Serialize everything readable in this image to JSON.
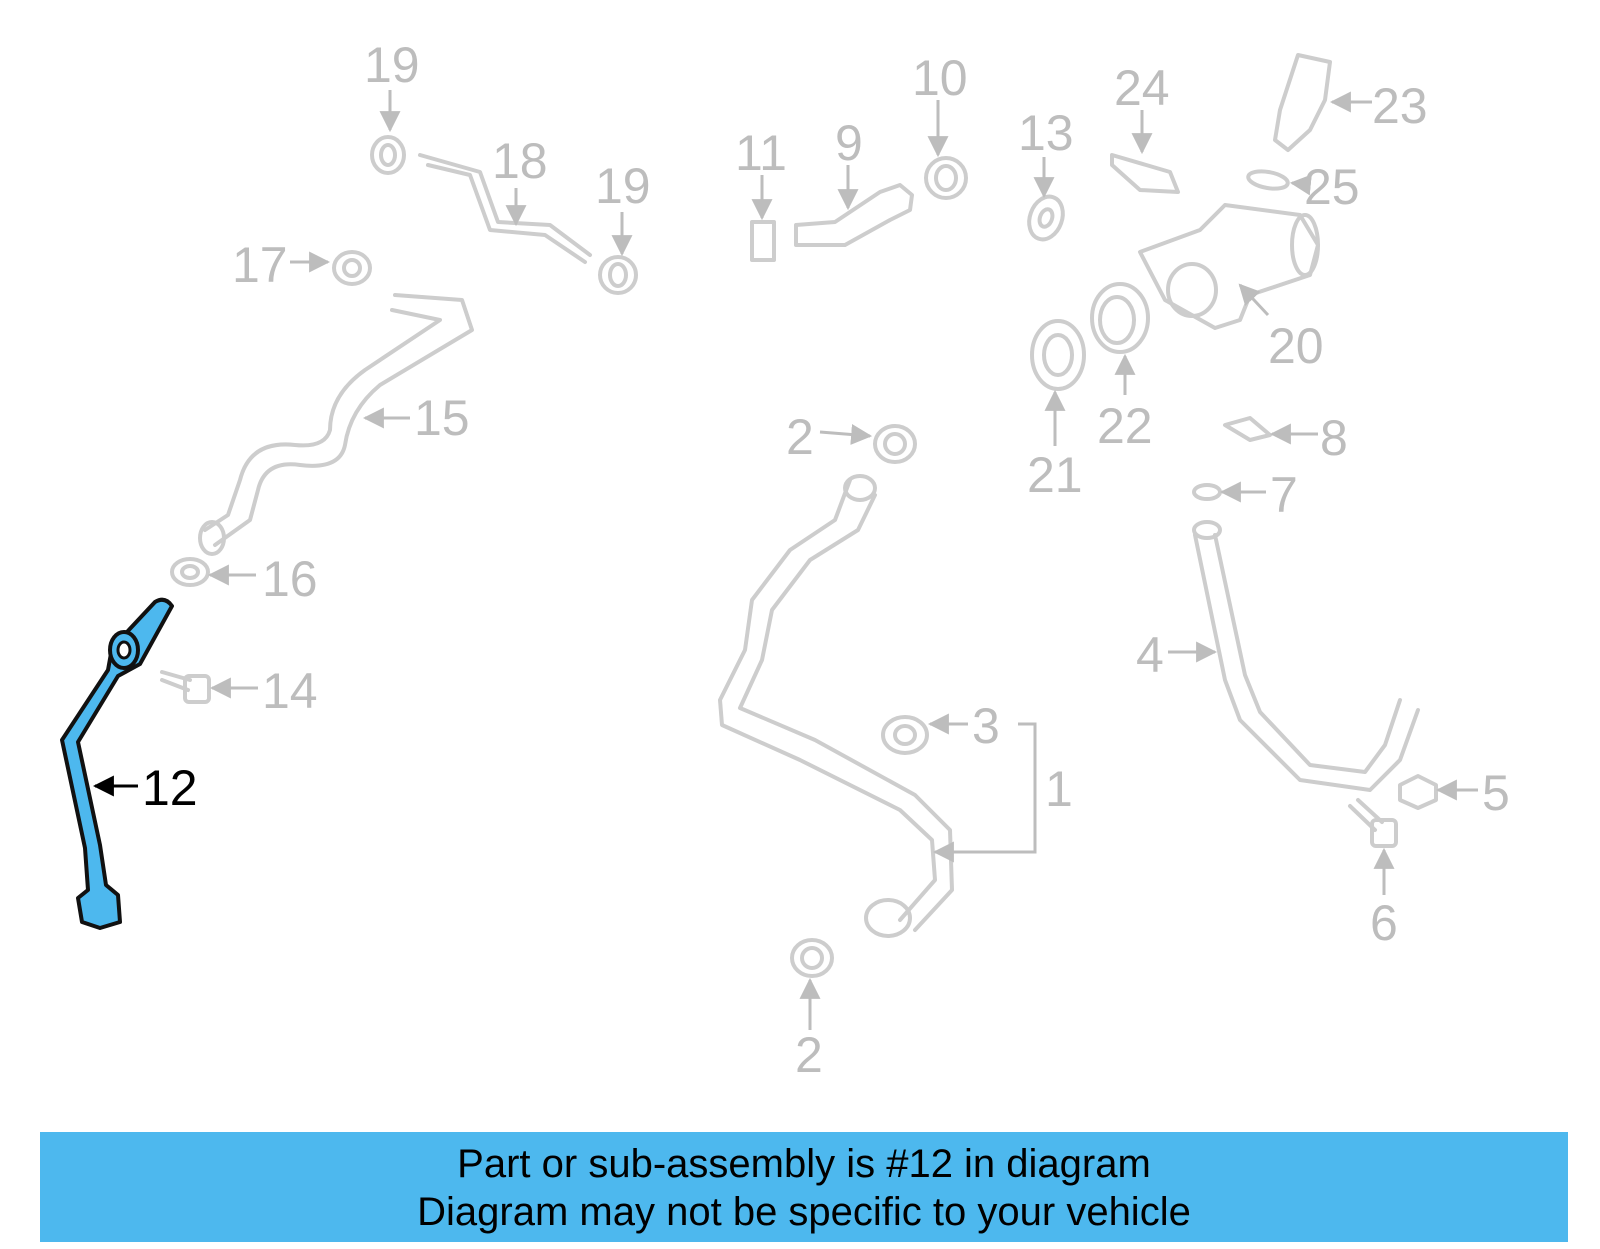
{
  "callouts": {
    "c1": "1",
    "c2a": "2",
    "c2b": "2",
    "c3": "3",
    "c4": "4",
    "c5": "5",
    "c6": "6",
    "c7": "7",
    "c8": "8",
    "c9": "9",
    "c10": "10",
    "c11": "11",
    "c12": "12",
    "c13": "13",
    "c14": "14",
    "c15": "15",
    "c16": "16",
    "c17": "17",
    "c18": "18",
    "c19a": "19",
    "c19b": "19",
    "c20": "20",
    "c21": "21",
    "c22": "22",
    "c23": "23",
    "c24": "24",
    "c25": "25"
  },
  "highlight": {
    "part_number": "12",
    "color": "#4db8ee"
  },
  "banner": {
    "line1": "Part or sub-assembly is #12 in diagram",
    "line2": "Diagram may not be specific to your vehicle",
    "background": "#4db8ee"
  }
}
